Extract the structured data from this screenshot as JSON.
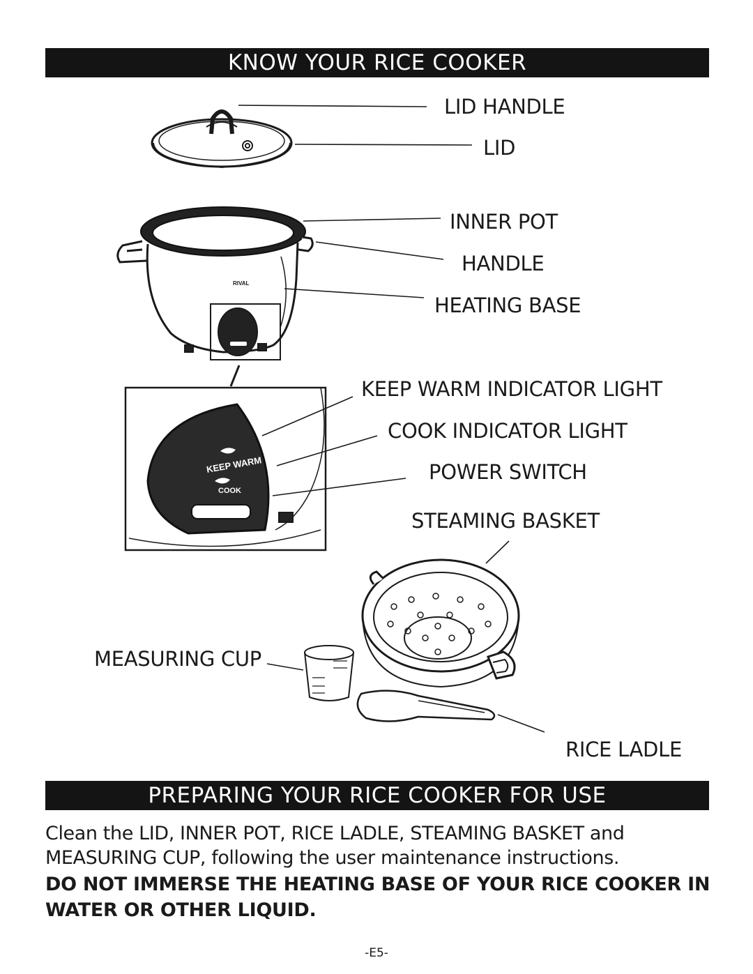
{
  "section1": {
    "title": "KNOW YOUR RICE COOKER"
  },
  "parts": {
    "lid_handle": "LID HANDLE",
    "lid": "LID",
    "inner_pot": "INNER POT",
    "handle": "HANDLE",
    "heating_base": "HEATING BASE",
    "keep_warm_light": "KEEP WARM INDICATOR LIGHT",
    "cook_light": "COOK INDICATOR LIGHT",
    "power_switch": "POWER SWITCH",
    "steaming_basket": "STEAMING BASKET",
    "measuring_cup": "MEASURING CUP",
    "rice_ladle": "RICE LADLE"
  },
  "panel_text": {
    "keep_warm": "KEEP WARM",
    "cook": "COOK",
    "brand": "RIVAL"
  },
  "section2": {
    "title": "PREPARING YOUR RICE COOKER FOR USE",
    "instructions": "Clean the LID, INNER POT, RICE LADLE, STEAMING BASKET and MEASURING CUP, following the user maintenance instructions.",
    "warning": "DO NOT IMMERSE THE HEATING BASE OF YOUR RICE COOKER IN WATER OR OTHER LIQUID."
  },
  "page_number": "-E5-"
}
